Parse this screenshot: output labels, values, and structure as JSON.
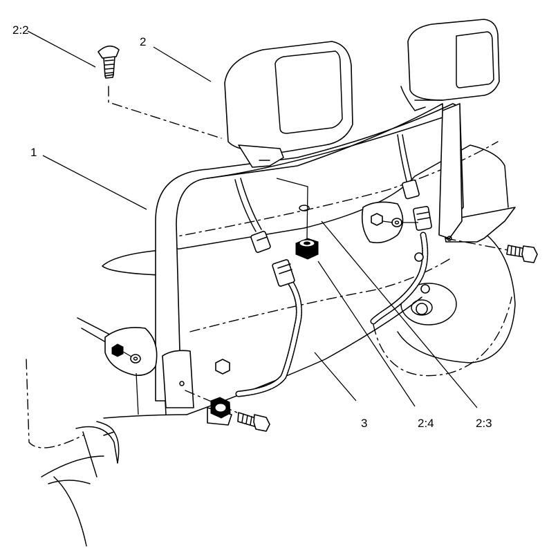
{
  "callouts": {
    "c1": "1",
    "c2": "2",
    "c22": "2:2",
    "c3": "3",
    "c23": "2:3",
    "c24": "2:4"
  },
  "colors": {
    "ink": "#000000",
    "paper": "#ffffff"
  }
}
